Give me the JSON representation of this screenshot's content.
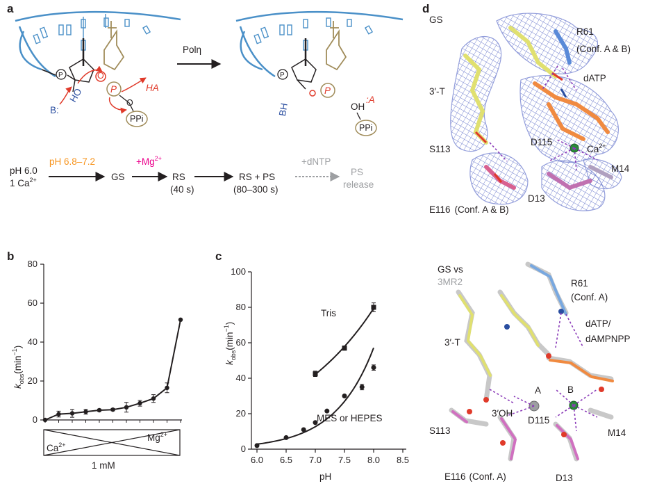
{
  "colors": {
    "dna": "#4a90c8",
    "red": "#e03a2a",
    "olive": "#a08c5a",
    "blue_text": "#2a4ea0",
    "orange": "#f7941d",
    "magenta": "#ec008c",
    "grey": "#9d9fa2",
    "mesh": "#5a6ec8",
    "dark": "#231f20"
  },
  "panel_a": {
    "label": "a",
    "enzyme": "Polη",
    "left": {
      "B": "B:",
      "HO": "HO",
      "P_red": "P",
      "P_small": "P",
      "HA": "HA",
      "PPi": "PPi",
      "O": "O"
    },
    "right": {
      "BH": "BH",
      "P_small": "P",
      "P_red": "P",
      "OH": "OH",
      "A": ":A",
      "PPi": "PPi"
    },
    "scheme": {
      "start_line1": "pH 6.0",
      "start_line2": "1 Ca",
      "start_sup": "2+",
      "step1_label": "pH 6.8–7.2",
      "GS": "GS",
      "step2_label": "+Mg",
      "step2_sup": "2+",
      "RS": "RS",
      "RS_time": "(40 s)",
      "RSPS": "RS + PS",
      "RSPS_time": "(80–300 s)",
      "step4_label": "+dNTP",
      "PS": "PS",
      "PS2": "release"
    }
  },
  "panel_b": {
    "label": "b",
    "ylabel_k": "k",
    "ylabel_sub": "obs",
    "ylabel_unit": "(min",
    "ylabel_sup": "−1",
    "ylabel_close": ")",
    "ticks": [
      "0",
      "20",
      "40",
      "60",
      "80"
    ],
    "ca_label": "Ca",
    "ca_sup": "2+",
    "mg_label": "Mg",
    "mg_sup": "2+",
    "conc": "1 mM"
  },
  "panel_c": {
    "label": "c",
    "ylabel_k": "k",
    "ylabel_sub": "obs",
    "ylabel_unit": "(min",
    "ylabel_sup": "−1",
    "ylabel_close": ")",
    "xlabel": "pH",
    "xticks": [
      "6.0",
      "6.5",
      "7.0",
      "7.5",
      "8.0",
      "8.5"
    ],
    "yticks": [
      "0",
      "20",
      "40",
      "60",
      "80",
      "100"
    ],
    "tris_label": "Tris",
    "mes_label": "MES or HEPES"
  },
  "panel_d": {
    "label": "d",
    "top": {
      "GS": "GS",
      "R61": "R61",
      "R61_conf": "(Conf. A & B)",
      "dATP": "dATP",
      "T3": "3′-T",
      "S113": "S113",
      "D115": "D115",
      "Ca": "Ca",
      "Ca_sup": "2+",
      "M14": "M14",
      "D13": "D13",
      "E116": "E116",
      "E116_conf": "(Conf. A & B)"
    },
    "bottom": {
      "GSvs": "GS vs",
      "ref": "3MR2",
      "R61": "R61",
      "R61_conf": "(Conf. A)",
      "dATP1": "dATP/",
      "dATP2": "dAMPNPP",
      "T3": "3′-T",
      "A": "A",
      "B": "B",
      "OH": "3′OH",
      "D115": "D115",
      "S113": "S113",
      "M14": "M14",
      "E116": "E116",
      "E116_conf": "(Conf. A)",
      "D13": "D13"
    }
  },
  "chart_data": [
    {
      "type": "line",
      "panel": "b",
      "title": "",
      "xlabel": "Ca2+ → Mg2+ (1 mM)",
      "ylabel": "kobs (min−1)",
      "ylim": [
        0,
        80
      ],
      "series": [
        {
          "values": [
            0,
            3,
            3.4,
            4.2,
            5,
            5.3,
            6.5,
            8.6,
            11,
            16.5,
            51.5
          ],
          "errors": [
            0,
            1.5,
            2.0,
            1.2,
            0.6,
            0.6,
            2.5,
            1.5,
            2.0,
            2.5,
            0
          ]
        }
      ]
    },
    {
      "type": "scatter",
      "panel": "c",
      "title": "",
      "xlabel": "pH",
      "ylabel": "kobs (min−1)",
      "xlim": [
        6.0,
        8.5
      ],
      "ylim": [
        0,
        100
      ],
      "series": [
        {
          "name": "Tris",
          "x": [
            7.0,
            7.5,
            8.0
          ],
          "y": [
            42.5,
            57,
            80
          ],
          "errors": [
            1.5,
            1.2,
            2.5
          ]
        },
        {
          "name": "MES or HEPES",
          "x": [
            6.0,
            6.5,
            6.8,
            7.0,
            7.2,
            7.5,
            7.8,
            8.0
          ],
          "y": [
            2,
            6.5,
            11,
            15,
            21.5,
            30,
            35,
            46
          ],
          "errors": [
            0,
            0,
            0,
            0,
            0,
            0,
            1.5,
            1.5
          ]
        }
      ]
    }
  ]
}
